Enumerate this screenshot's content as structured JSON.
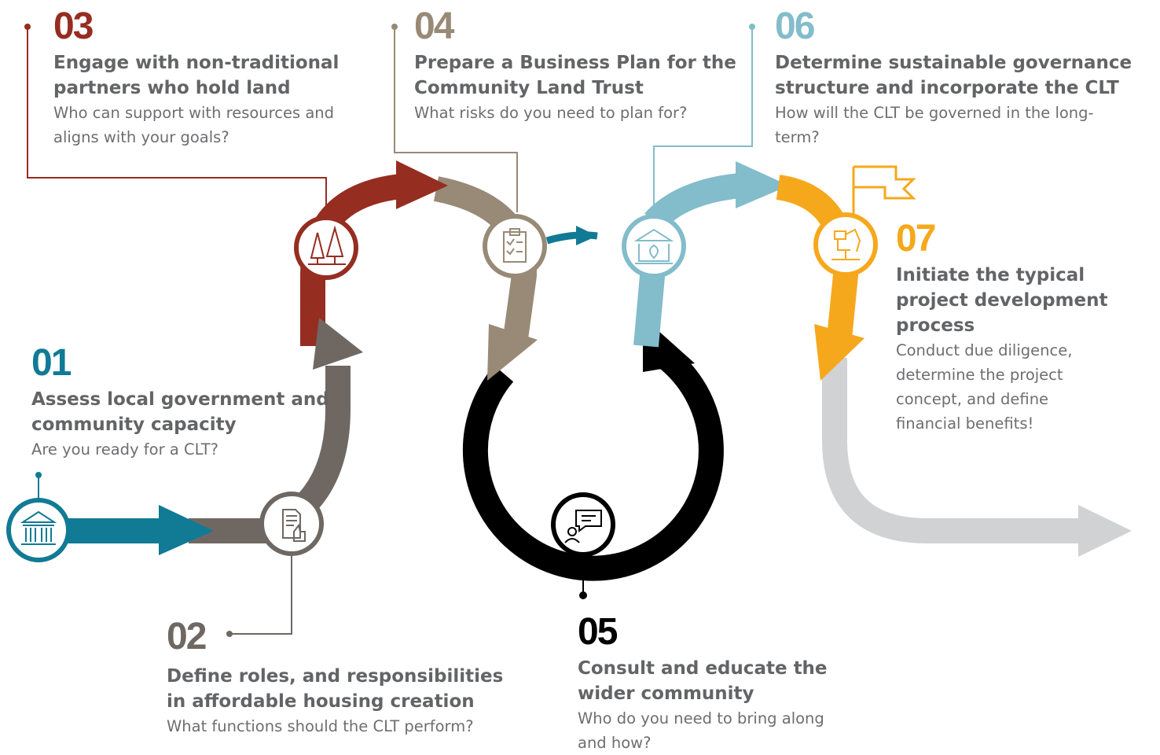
{
  "colors": {
    "teal": "#117a94",
    "gray": "#6f6862",
    "red": "#962d21",
    "tan": "#988a76",
    "light_blue": "#83bccb",
    "orange": "#f6a81c",
    "black": "#000000",
    "light_gray": "#d1d2d3",
    "text": "#636466"
  },
  "steps": [
    {
      "number": "01",
      "title": "Assess local government and community capacity",
      "subtitle": "Are you ready for a CLT?",
      "icon": "government-building-icon"
    },
    {
      "number": "02",
      "title": "Define roles, and responsibilities in affordable housing creation",
      "subtitle": "What functions should the CLT perform?",
      "icon": "document-thumbs-up-icon"
    },
    {
      "number": "03",
      "title": "Engage with non-traditional partners who hold land",
      "subtitle": "Who can support with resources and aligns with your goals?",
      "icon": "trees-icon"
    },
    {
      "number": "04",
      "title": "Prepare a Business Plan for the Community Land Trust",
      "subtitle": "What risks do you need to plan for?",
      "icon": "clipboard-checklist-icon"
    },
    {
      "number": "05",
      "title": "Consult and educate the wider community",
      "subtitle": "Who do you need to bring along and how?",
      "icon": "person-chat-icon"
    },
    {
      "number": "06",
      "title": "Determine sustainable governance structure and incorporate the CLT",
      "subtitle": "How will the CLT be governed in the long-term?",
      "icon": "building-leaf-icon"
    },
    {
      "number": "07",
      "title": "Initiate the typical project development process",
      "subtitle": "Conduct due diligence, determine the project concept, and define financial benefits!",
      "icon": "crane-icon"
    }
  ],
  "extra_icons": [
    "flag-icon"
  ]
}
